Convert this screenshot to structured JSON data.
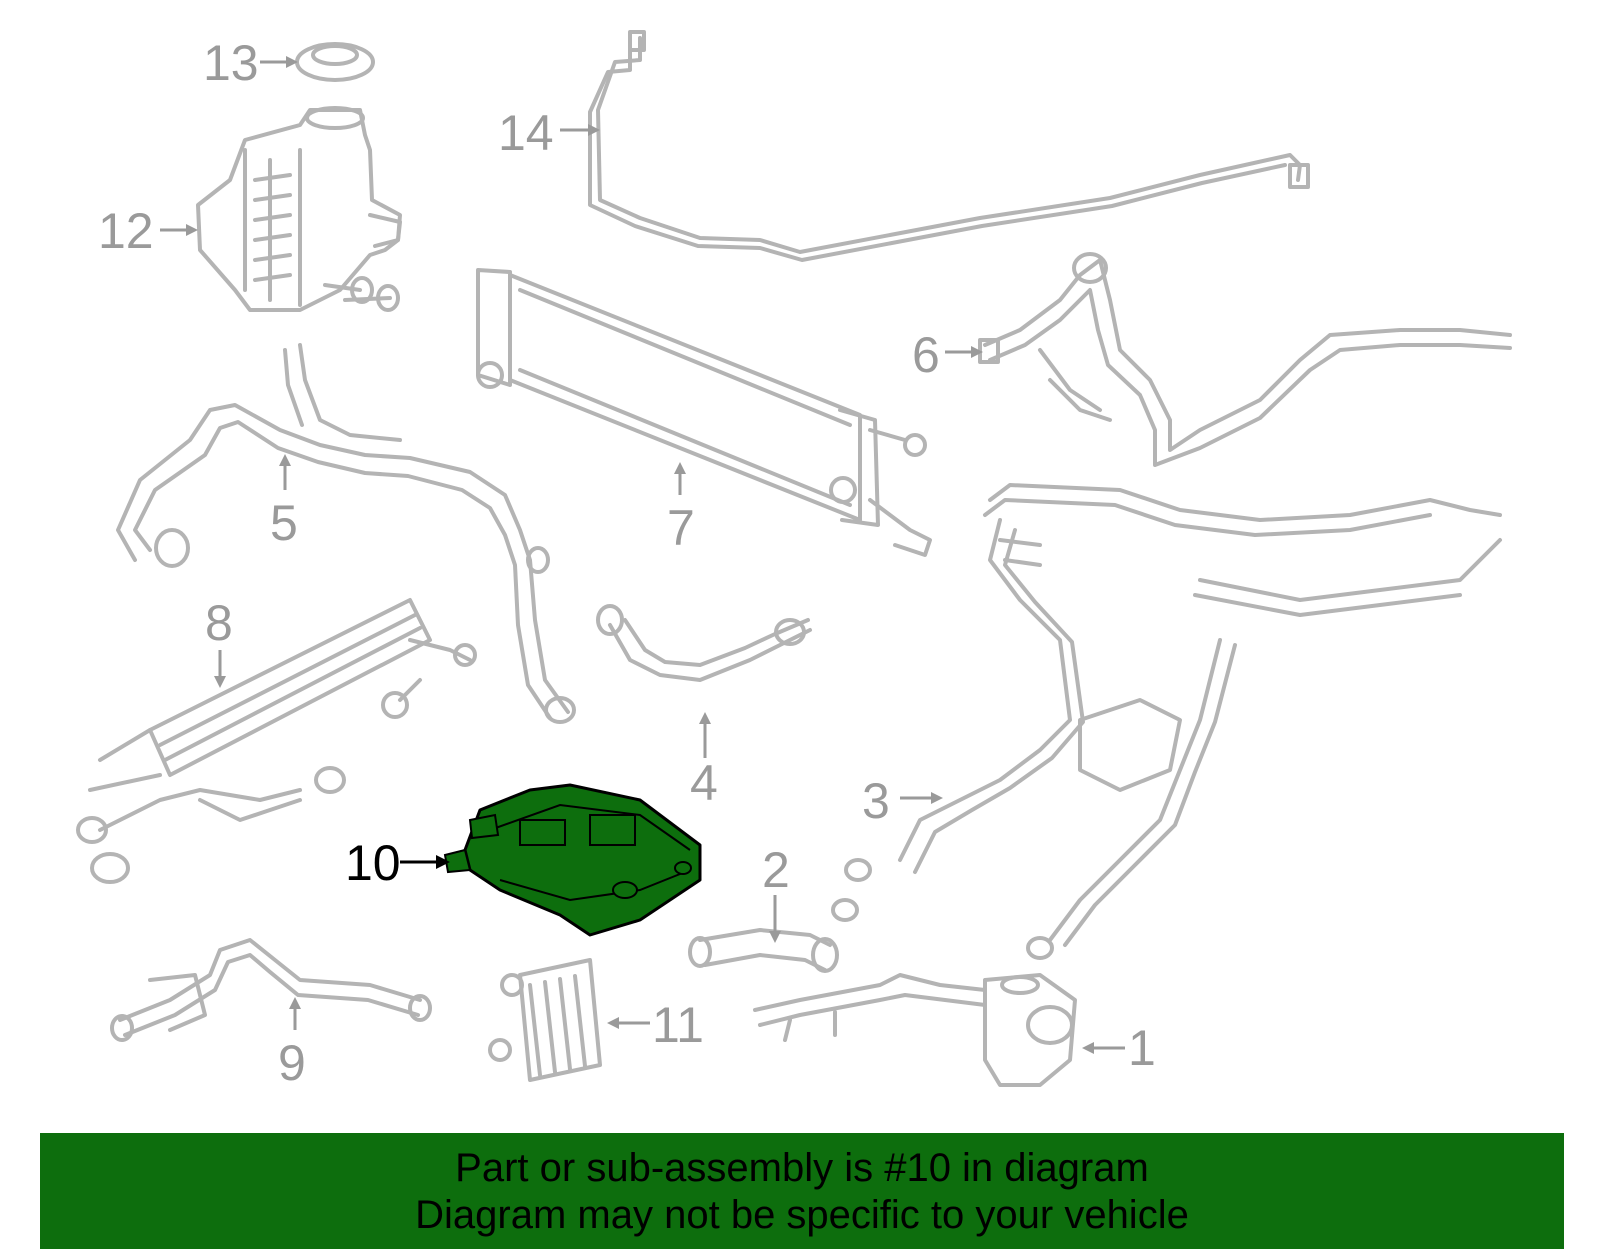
{
  "callouts": [
    {
      "id": "1",
      "label": "1"
    },
    {
      "id": "2",
      "label": "2"
    },
    {
      "id": "3",
      "label": "3"
    },
    {
      "id": "4",
      "label": "4"
    },
    {
      "id": "5",
      "label": "5"
    },
    {
      "id": "6",
      "label": "6"
    },
    {
      "id": "7",
      "label": "7"
    },
    {
      "id": "8",
      "label": "8"
    },
    {
      "id": "9",
      "label": "9"
    },
    {
      "id": "10",
      "label": "10"
    },
    {
      "id": "11",
      "label": "11"
    },
    {
      "id": "12",
      "label": "12"
    },
    {
      "id": "13",
      "label": "13"
    },
    {
      "id": "14",
      "label": "14"
    }
  ],
  "highlighted_part": "10",
  "colors": {
    "highlight_fill": "#0d6e0d",
    "line_art": "#b4b4b4",
    "callout_text": "#9a9a9a",
    "banner_bg": "#0d6e0d"
  },
  "banner": {
    "line1": "Part or sub-assembly is #10 in diagram",
    "line2": "Diagram may not be specific to your vehicle"
  }
}
